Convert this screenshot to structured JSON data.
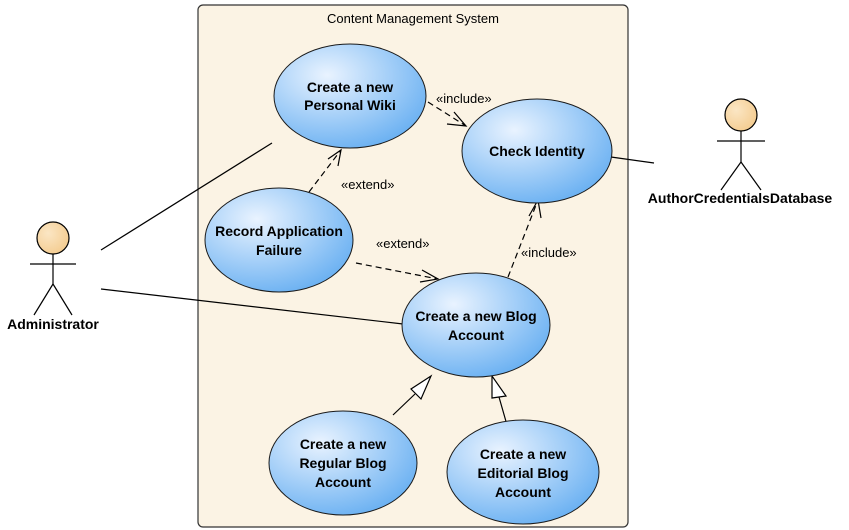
{
  "system": {
    "title": "Content Management System"
  },
  "actors": {
    "administrator": "Administrator",
    "author_credentials_db": "AuthorCredentialsDatabase"
  },
  "use_cases": {
    "personal_wiki": [
      "Create a new",
      "Personal Wiki"
    ],
    "check_identity": [
      "Check Identity"
    ],
    "record_failure": [
      "Record Application",
      "Failure"
    ],
    "blog_account": [
      "Create a new Blog",
      "Account"
    ],
    "regular_blog": [
      "Create a new",
      "Regular Blog",
      "Account"
    ],
    "editorial_blog": [
      "Create a new",
      "Editorial Blog",
      "Account"
    ]
  },
  "relations": {
    "include_label": "«include»",
    "extend_label": "«extend»"
  },
  "colors": {
    "boundary_fill": "#fbf3e4",
    "boundary_stroke": "#333333",
    "usecase_light": "#e9f3ff",
    "usecase_dark": "#5aa8f0",
    "usecase_stroke": "#1a1a1a",
    "actor_head": "#f3c98a",
    "line": "#000000"
  }
}
